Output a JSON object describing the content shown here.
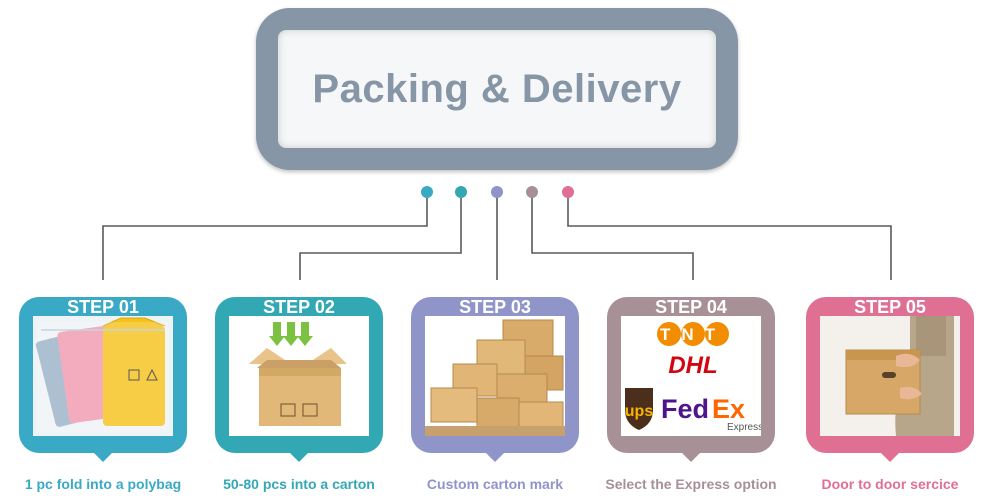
{
  "title": "Packing & Delivery",
  "steps": [
    {
      "label": "STEP 01",
      "caption": "1 pc fold into a polybag",
      "color": "#3aa9c6"
    },
    {
      "label": "STEP 02",
      "caption": "50-80 pcs into a carton",
      "color": "#33a8b5"
    },
    {
      "label": "STEP 03",
      "caption": "Custom carton mark",
      "color": "#8f94c9"
    },
    {
      "label": "STEP 04",
      "caption": "Select the Express option",
      "color": "#a89097"
    },
    {
      "label": "STEP 05",
      "caption": "Door to door sercice",
      "color": "#e06f94"
    }
  ],
  "carriers": {
    "tnt": "TNT",
    "dhl": "DHL",
    "ups": "ups",
    "fedex_fed": "Fed",
    "fedex_ex": "Ex",
    "fedex_sub": "Express"
  },
  "colors": {
    "title_frame": "#8796a6",
    "connector_line": "#5a5a5a",
    "dot_1": "#3aa9c6",
    "dot_2": "#33a8b5",
    "dot_3": "#8f94c9",
    "dot_4": "#a89097",
    "dot_5": "#e06f94"
  }
}
